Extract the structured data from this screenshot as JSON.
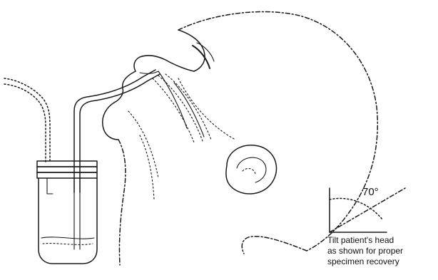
{
  "figure": {
    "angle_label": "70°",
    "caption_lines": [
      "Tilt patient's head",
      "as shown for proper",
      "specimen recovery"
    ]
  }
}
